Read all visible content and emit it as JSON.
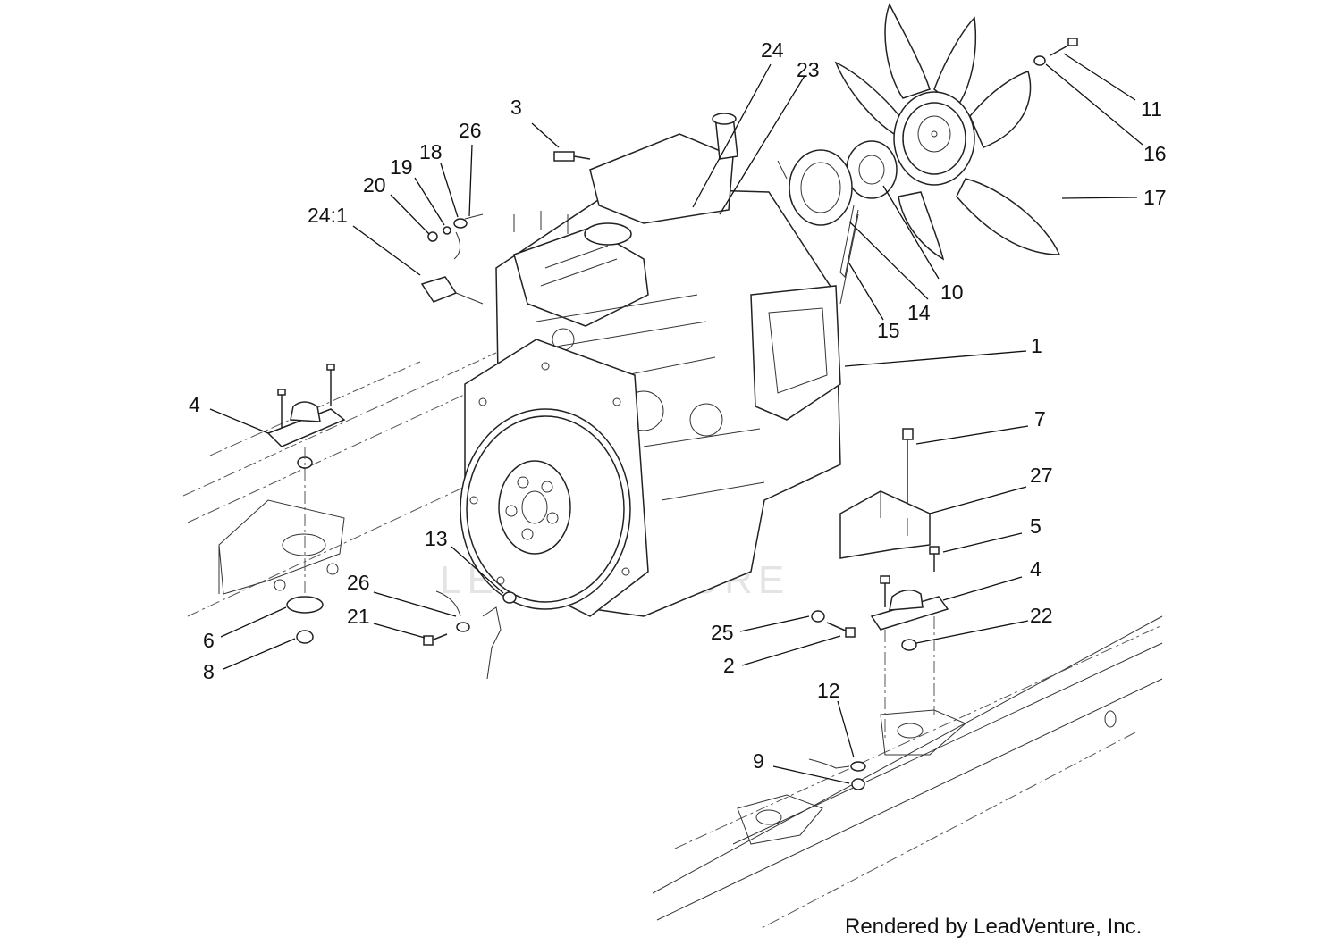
{
  "watermark": "LEADVENTURE",
  "credit": "Rendered by LeadVenture, Inc.",
  "callouts": [
    "1",
    "2",
    "3",
    "4",
    "4",
    "5",
    "6",
    "7",
    "8",
    "9",
    "10",
    "11",
    "12",
    "13",
    "14",
    "15",
    "16",
    "17",
    "18",
    "19",
    "20",
    "21",
    "22",
    "23",
    "24",
    "24:1",
    "25",
    "26",
    "26",
    "27"
  ]
}
